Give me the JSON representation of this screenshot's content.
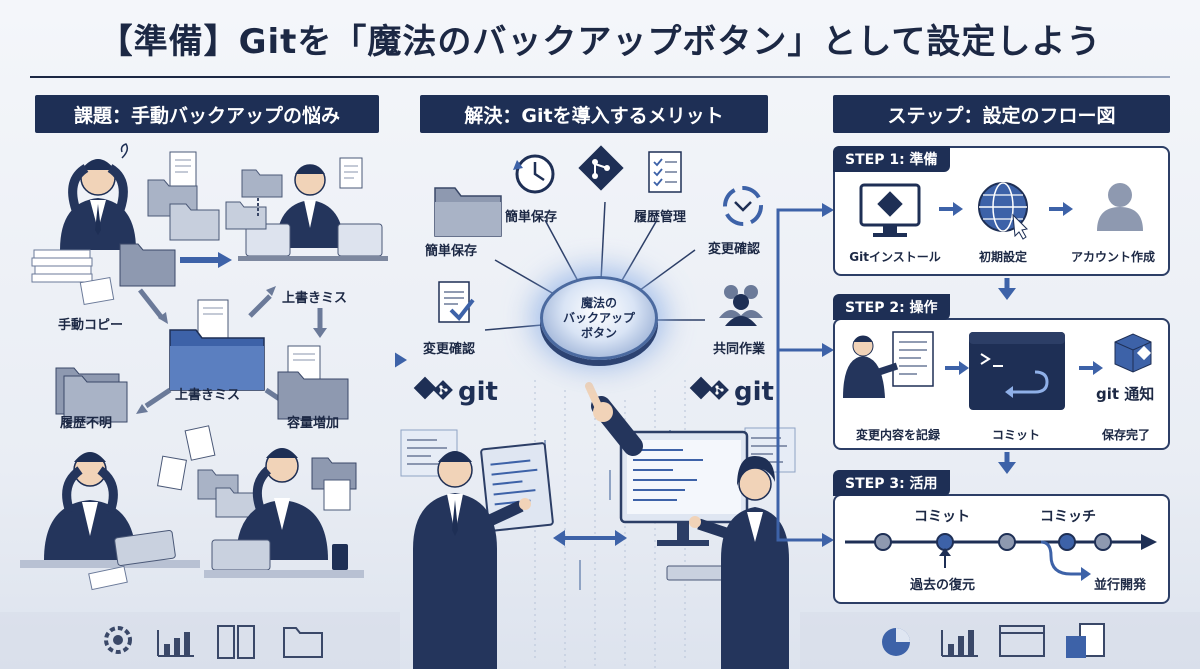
{
  "title": "【準備】Gitを「魔法のバックアップボタン」として設定しよう",
  "sections": {
    "problem": "課題：手動バックアップの悩み",
    "solution": "解決：Gitを導入するメリット",
    "steps": "ステップ：設定のフロー図"
  },
  "problem_labels": {
    "manual_copy": "手動コピー",
    "overwrite_top": "上書きミス",
    "overwrite_mid": "上書きミス",
    "history_unknown": "履歴不明",
    "capacity_increase": "容量増加"
  },
  "solution_labels": {
    "easy_save_top": "簡単保存",
    "easy_save_left": "簡単保存",
    "history_manage": "履歴管理",
    "change_check_right": "変更確認",
    "change_check_left": "変更確認",
    "collab_work": "共同作業",
    "magic_button": "魔法の\nバックアップ\nボタン",
    "git_left": "git",
    "git_right": "git"
  },
  "step1": {
    "tag": "STEP 1: 準備",
    "items": [
      "Gitインストール",
      "初期設定",
      "アカウント作成"
    ]
  },
  "step2": {
    "tag": "STEP 2: 操作",
    "items": [
      "変更内容を記録",
      "コミット",
      "保存完了"
    ],
    "git_notice": "git 通知"
  },
  "step3": {
    "tag": "STEP 3: 活用",
    "commit_a": "コミット",
    "commit_b": "コミッチ",
    "restore": "過去の復元",
    "parallel": "並行開発"
  },
  "colors": {
    "navy": "#1e2f55",
    "accent_blue": "#3d62a8",
    "light_bg": "#f4f6fa"
  },
  "icons": [
    "folder-icon",
    "document-icon",
    "history-icon",
    "git-branch-icon",
    "checklist-icon",
    "compare-icon",
    "users-icon",
    "monitor-icon",
    "globe-icon",
    "user-icon",
    "terminal-icon",
    "package-icon",
    "gear-icon",
    "chart-icon"
  ]
}
